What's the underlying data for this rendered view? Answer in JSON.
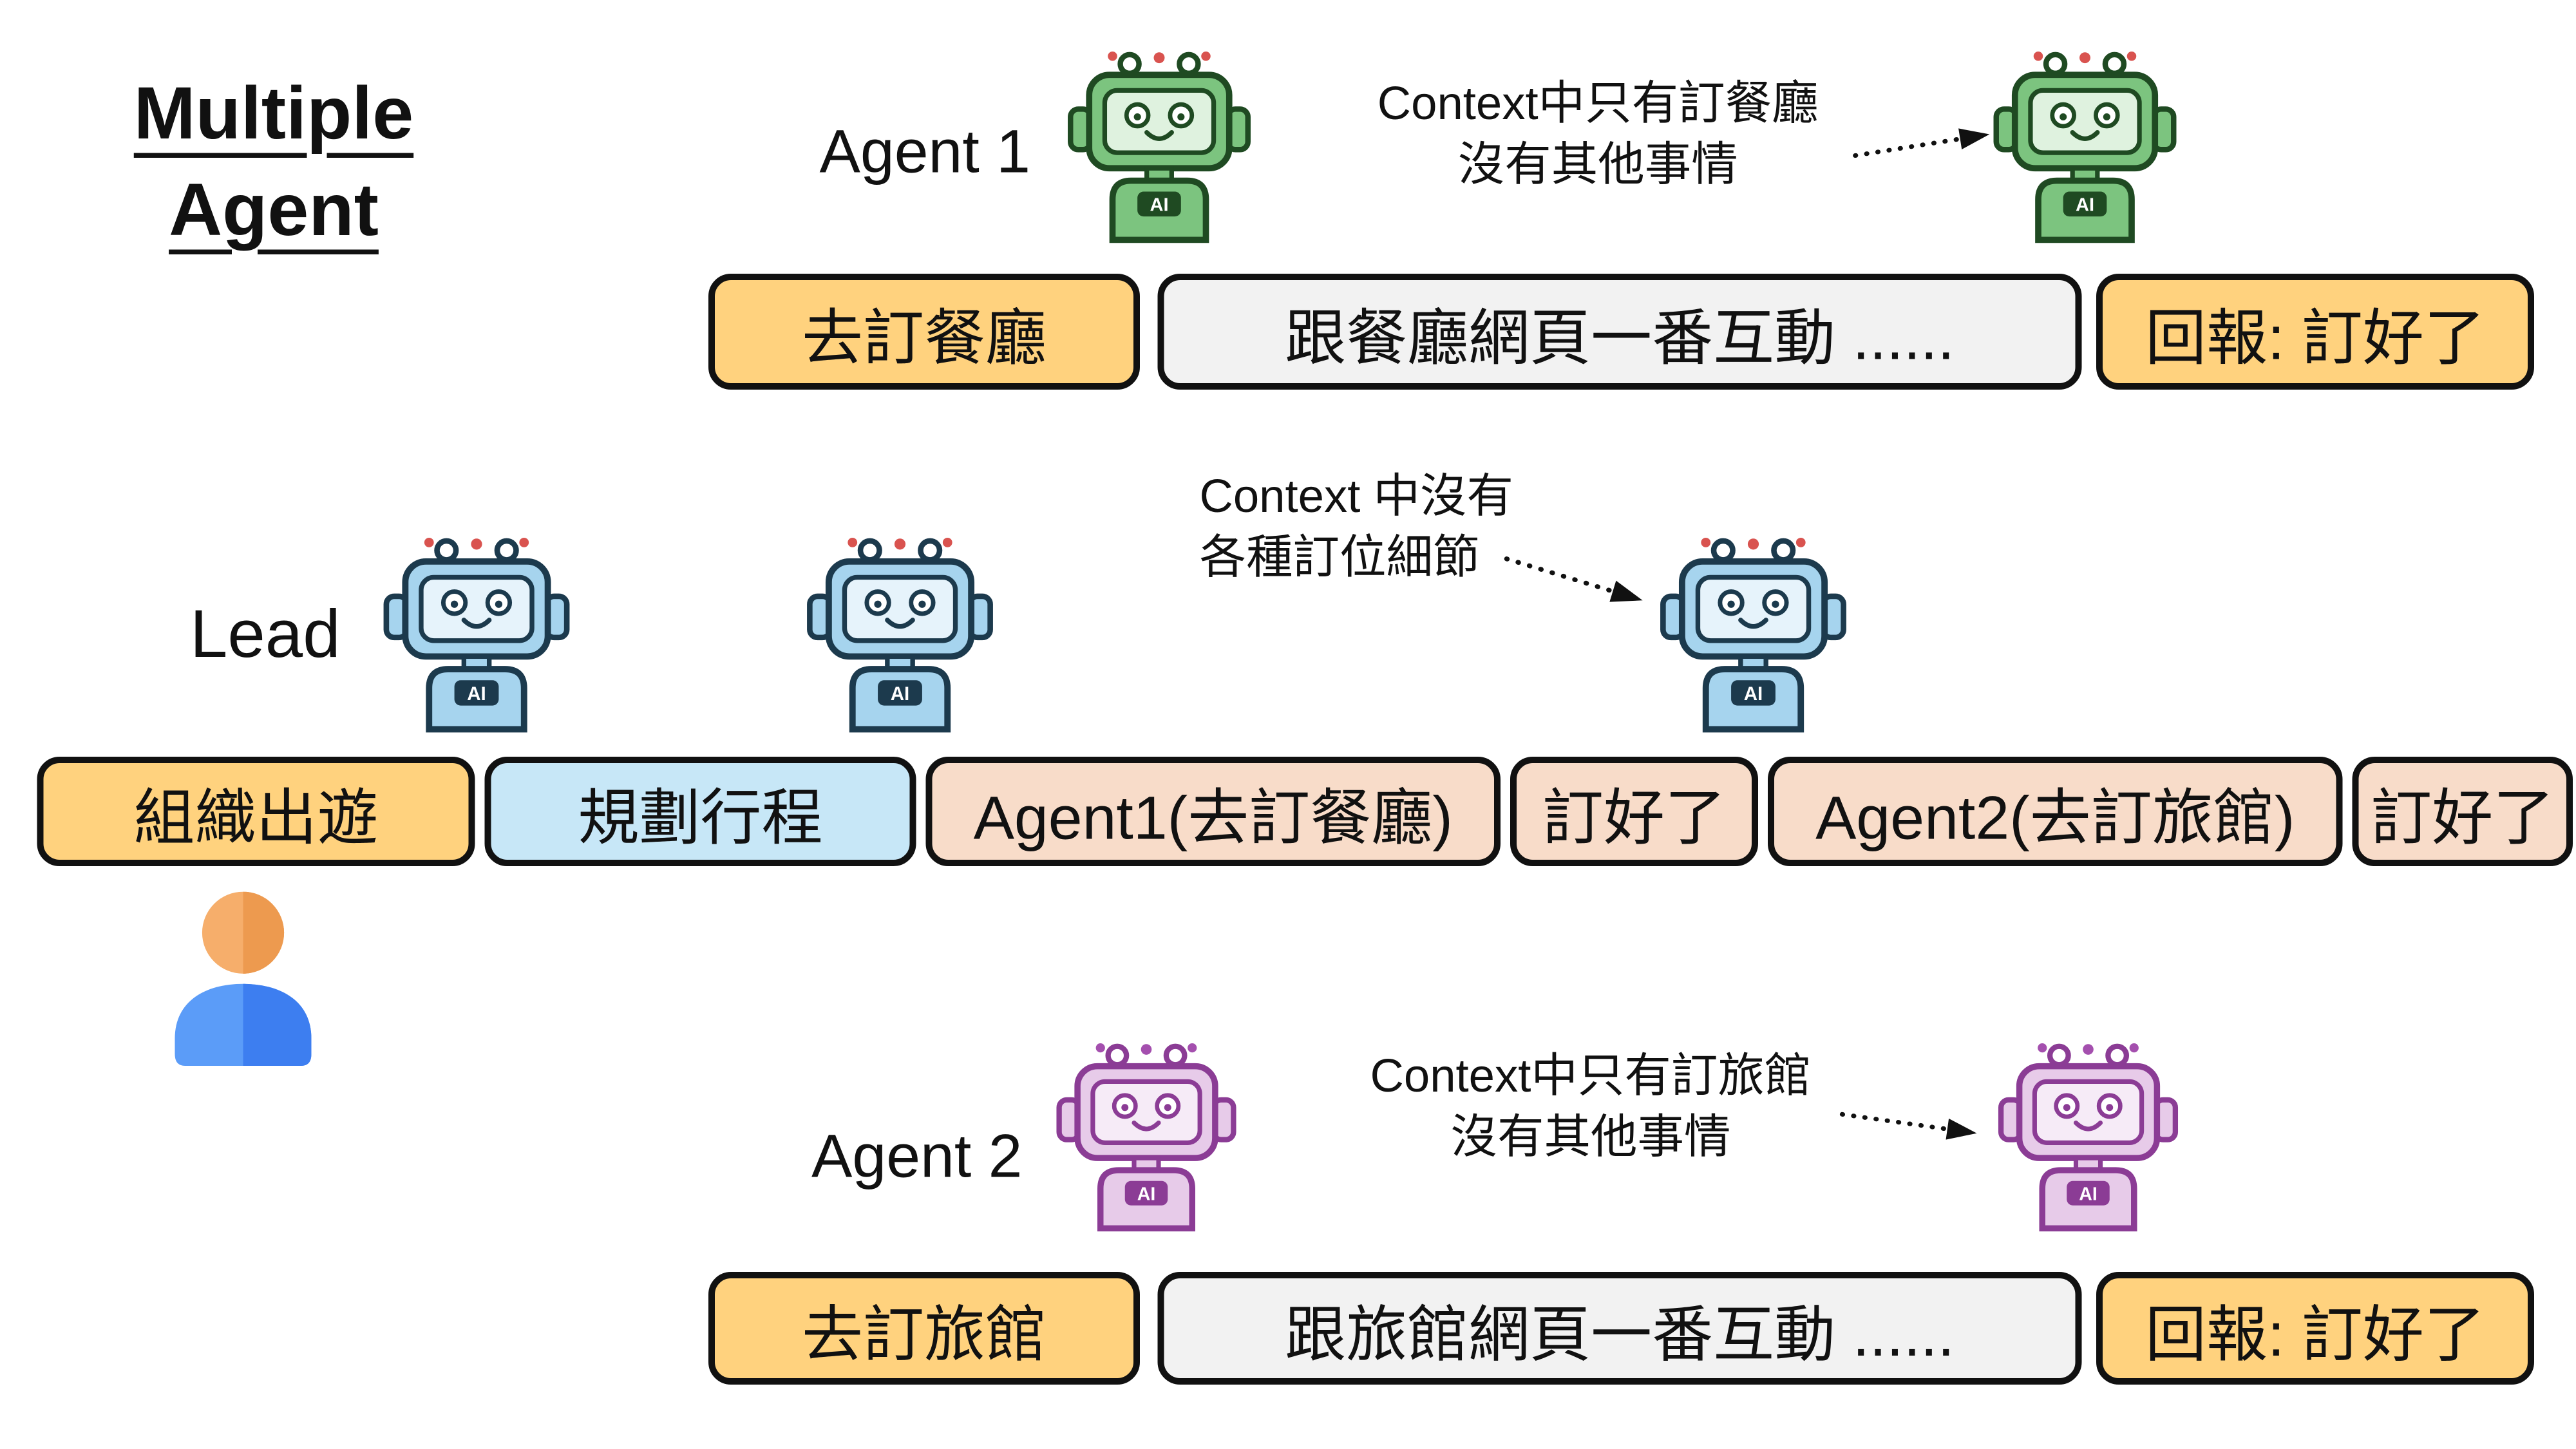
{
  "title": {
    "line1": "Multiple",
    "line2": "Agent"
  },
  "robot_badge": "AI",
  "rows": {
    "agent1": {
      "label": "Agent 1",
      "annotation": {
        "line1": "Context中只有訂餐廳",
        "line2": "沒有其他事情"
      },
      "boxes": {
        "task": "去訂餐廳",
        "process": "跟餐廳網頁一番互動 ......",
        "report": "回報: 訂好了"
      }
    },
    "lead": {
      "label": "Lead",
      "annotation": {
        "line1": "Context 中沒有",
        "line2": "各種訂位細節"
      },
      "boxes": {
        "b1": "組織出遊",
        "b2": "規劃行程",
        "b3": "Agent1(去訂餐廳)",
        "b4": "訂好了",
        "b5": "Agent2(去訂旅館)",
        "b6": "訂好了"
      }
    },
    "agent2": {
      "label": "Agent 2",
      "annotation": {
        "line1": "Context中只有訂旅館",
        "line2": "沒有其他事情"
      },
      "boxes": {
        "task": "去訂旅館",
        "process": "跟旅館網頁一番互動 ......",
        "report": "回報: 訂好了"
      }
    }
  },
  "colors": {
    "boxes": {
      "orange": "#FFD27E",
      "gray": "#F2F2F2",
      "blue": "#C7E7F7",
      "peach": "#F8DCC9"
    },
    "robots": {
      "green": {
        "main": "#7CC47F",
        "screen": "#DFF2DF",
        "stroke": "#1F4A22",
        "accent": "#D9534F"
      },
      "blue": {
        "main": "#A6D4EE",
        "screen": "#E6F3FB",
        "stroke": "#1C3A4D",
        "accent": "#D9534F"
      },
      "purple": {
        "main": "#E7CBE9",
        "screen": "#F6EBF7",
        "stroke": "#8B3C95",
        "accent": "#A44FAE"
      }
    },
    "person": {
      "head": "#F6AE6B",
      "head_dark": "#ED9A4F",
      "body": "#5B9CF8",
      "body_dark": "#3D7EF0"
    }
  },
  "icons": {
    "agent": "robot-icon",
    "user": "person-icon",
    "context_flow": "dotted-arrow-icon"
  }
}
